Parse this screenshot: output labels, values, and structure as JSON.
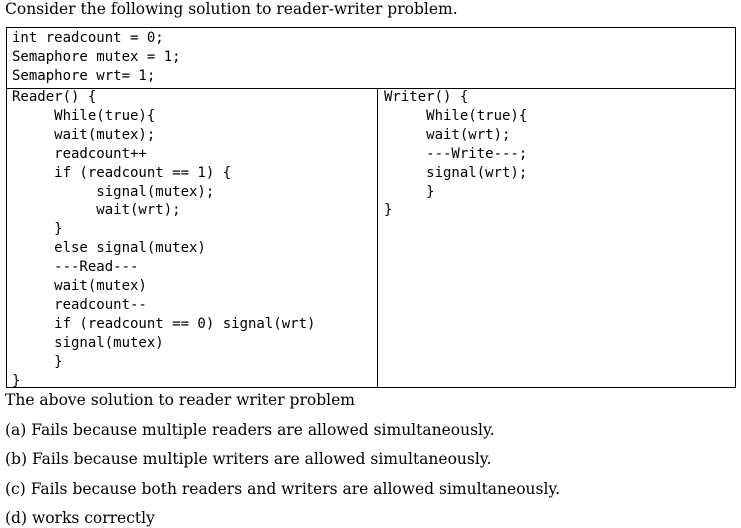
{
  "question": {
    "intro": "Consider the following solution to reader-writer problem.",
    "declarations": [
      "int readcount = 0;",
      "Semaphore mutex = 1;",
      "Semaphore wrt= 1;"
    ],
    "reader_code": [
      "Reader() {",
      "     While(true){",
      "     wait(mutex);",
      "     readcount++",
      "     if (readcount == 1) {",
      "          signal(mutex);",
      "          wait(wrt);",
      "     }",
      "     else signal(mutex)",
      "     ---Read---",
      "     wait(mutex)",
      "     readcount--",
      "     if (readcount == 0) signal(wrt)",
      "     signal(mutex)",
      "     }",
      "}"
    ],
    "writer_code": [
      "Writer() {",
      "     While(true){",
      "     wait(wrt);",
      "     ---Write---;",
      "     signal(wrt);",
      "     }",
      "}"
    ],
    "prompt": "The above solution to reader writer problem",
    "options": [
      "(a) Fails because multiple readers are allowed simultaneously.",
      "(b) Fails because multiple writers are allowed simultaneously.",
      "(c) Fails because both readers and writers are allowed simultaneously.",
      "(d) works correctly"
    ]
  }
}
